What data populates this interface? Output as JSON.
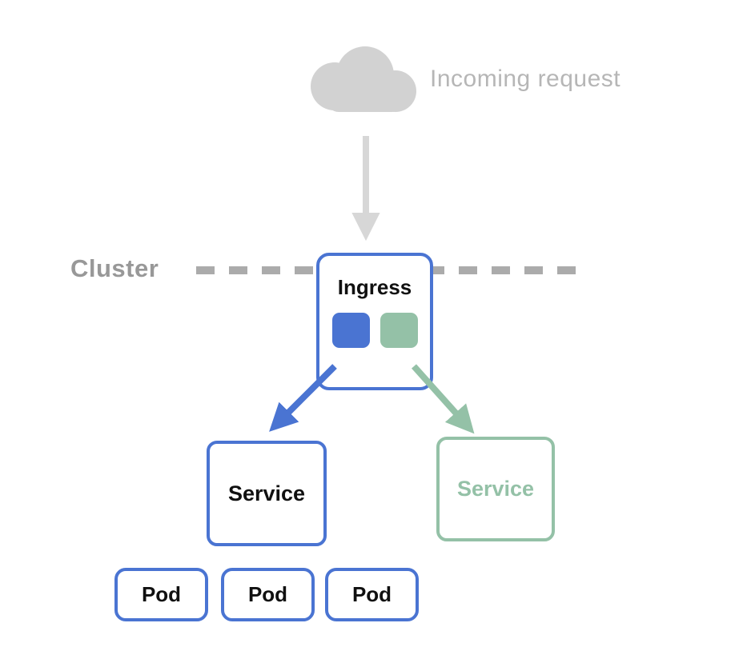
{
  "diagram": {
    "title_hint": "Kubernetes Ingress routing diagram",
    "incoming_request": {
      "label": "Incoming request"
    },
    "cluster": {
      "label": "Cluster"
    },
    "ingress": {
      "label": "Ingress",
      "rule_icons": [
        {
          "name": "ingress-rule-blue-icon",
          "color": "#4a74d2"
        },
        {
          "name": "ingress-rule-green-icon",
          "color": "#94c1a7"
        }
      ]
    },
    "services": [
      {
        "label": "Service",
        "variant": "blue",
        "color": "#4a74d2"
      },
      {
        "label": "Service",
        "variant": "green",
        "color": "#94c1a7"
      }
    ],
    "pods": [
      {
        "label": "Pod"
      },
      {
        "label": "Pod"
      },
      {
        "label": "Pod"
      }
    ],
    "icons": {
      "cloud": "cloud-icon",
      "down_arrow": "down-arrow-icon",
      "blue_arrow": "blue-route-arrow-icon",
      "green_arrow": "green-route-arrow-icon"
    },
    "colors": {
      "blue": "#4a74d2",
      "green": "#94c1a7",
      "cloud_gray": "#d2d2d2",
      "arrow_gray": "#d7d7d7",
      "incoming_text_gray": "#b6b6b6",
      "cluster_text_gray": "#989898",
      "dash_gray": "#ababab",
      "text_black": "#101010",
      "background": "#ffffff"
    }
  }
}
